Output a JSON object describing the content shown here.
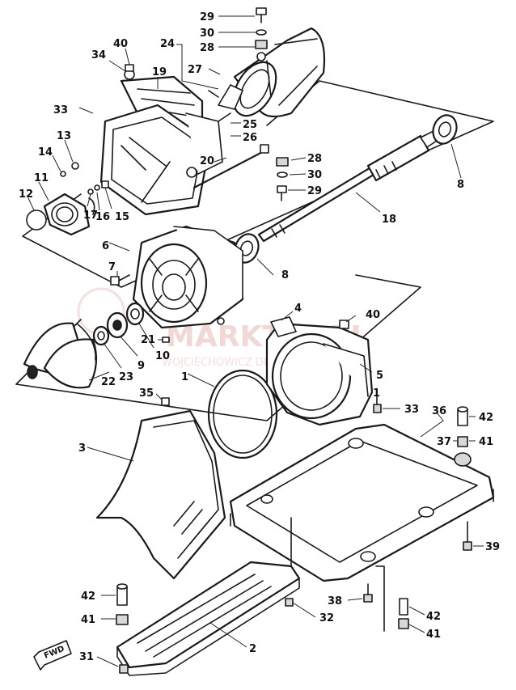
{
  "watermark": {
    "main": "MARKTEP.PL",
    "sub": "WOJCIECHOWICZ DEALER YAMAHA"
  },
  "fwd_label": "FWD",
  "callouts": [
    {
      "id": "c29a",
      "label": "29"
    },
    {
      "id": "c30a",
      "label": "30"
    },
    {
      "id": "c28a",
      "label": "28"
    },
    {
      "id": "c24",
      "label": "24"
    },
    {
      "id": "c27",
      "label": "27"
    },
    {
      "id": "c34",
      "label": "34"
    },
    {
      "id": "c40a",
      "label": "40"
    },
    {
      "id": "c19",
      "label": "19"
    },
    {
      "id": "c33a",
      "label": "33"
    },
    {
      "id": "c25",
      "label": "25"
    },
    {
      "id": "c26",
      "label": "26"
    },
    {
      "id": "c13",
      "label": "13"
    },
    {
      "id": "c14",
      "label": "14"
    },
    {
      "id": "c20",
      "label": "20"
    },
    {
      "id": "c28b",
      "label": "28"
    },
    {
      "id": "c30b",
      "label": "30"
    },
    {
      "id": "c29b",
      "label": "29"
    },
    {
      "id": "c8a",
      "label": "8"
    },
    {
      "id": "c11",
      "label": "11"
    },
    {
      "id": "c12",
      "label": "12"
    },
    {
      "id": "c17",
      "label": "17"
    },
    {
      "id": "c16",
      "label": "16"
    },
    {
      "id": "c15",
      "label": "15"
    },
    {
      "id": "c18",
      "label": "18"
    },
    {
      "id": "c6",
      "label": "6"
    },
    {
      "id": "c7",
      "label": "7"
    },
    {
      "id": "c8b",
      "label": "8"
    },
    {
      "id": "c4",
      "label": "4"
    },
    {
      "id": "c40b",
      "label": "40"
    },
    {
      "id": "c21",
      "label": "21"
    },
    {
      "id": "c10",
      "label": "10"
    },
    {
      "id": "c9",
      "label": "9"
    },
    {
      "id": "c23",
      "label": "23"
    },
    {
      "id": "c22",
      "label": "22"
    },
    {
      "id": "c5",
      "label": "5"
    },
    {
      "id": "c1a",
      "label": "1"
    },
    {
      "id": "c1b",
      "label": "1"
    },
    {
      "id": "c35",
      "label": "35"
    },
    {
      "id": "c33b",
      "label": "33"
    },
    {
      "id": "c36",
      "label": "36"
    },
    {
      "id": "c42a",
      "label": "42"
    },
    {
      "id": "c37",
      "label": "37"
    },
    {
      "id": "c41a",
      "label": "41"
    },
    {
      "id": "c3",
      "label": "3"
    },
    {
      "id": "c39",
      "label": "39"
    },
    {
      "id": "c42b",
      "label": "42"
    },
    {
      "id": "c41b",
      "label": "41"
    },
    {
      "id": "c38",
      "label": "38"
    },
    {
      "id": "c32",
      "label": "32"
    },
    {
      "id": "c42c",
      "label": "42"
    },
    {
      "id": "c41c",
      "label": "41"
    },
    {
      "id": "c2",
      "label": "2"
    },
    {
      "id": "c31",
      "label": "31"
    }
  ]
}
